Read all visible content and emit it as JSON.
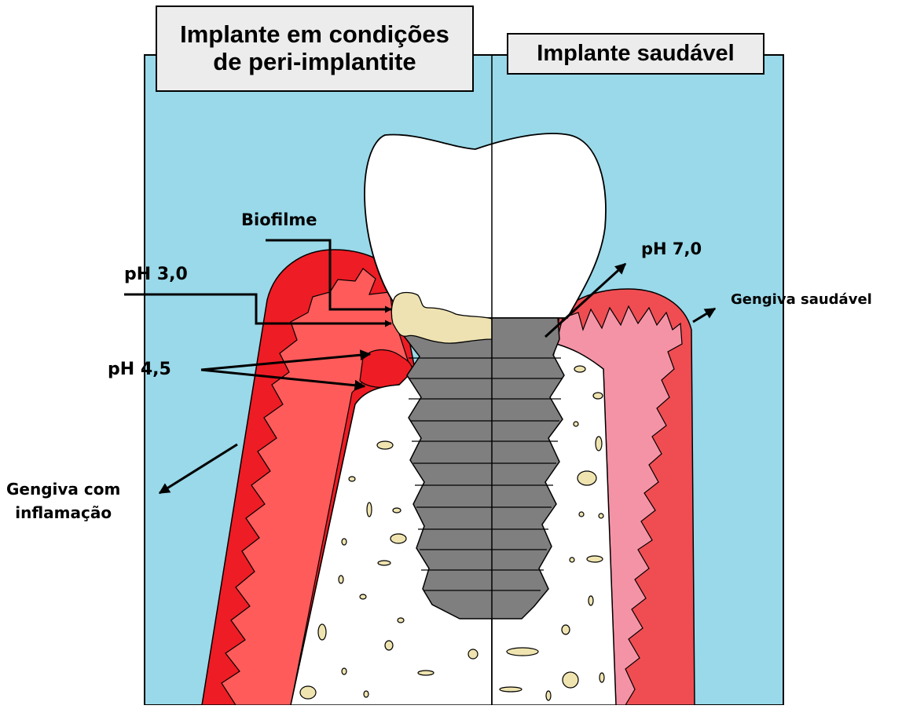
{
  "titles": {
    "left_line1": "Implante em condições",
    "left_line2": "de peri-implantite",
    "right": "Implante saudável"
  },
  "labels": {
    "biofilme": "Biofilme",
    "ph_3": "pH 3,0",
    "ph_45": "pH 4,5",
    "ph_7": "pH 7,0",
    "gengiva_saudavel": "Gengiva saudável",
    "gengiva_inflamacao_line1": "Gengiva com",
    "gengiva_inflamacao_line2": "inflamação"
  },
  "colors": {
    "background_fluid": "#99d9e9",
    "inflamed_gum_dark": "#ee1c24",
    "inflamed_gum_light": "#ff5b5b",
    "healthy_gum_outer": "#ef4d52",
    "healthy_gum_inner": "#f593a6",
    "implant": "#7f7f7f",
    "biofilm": "#eee2b2",
    "bone_pores": "#efe4b0",
    "crown": "#ffffff"
  }
}
